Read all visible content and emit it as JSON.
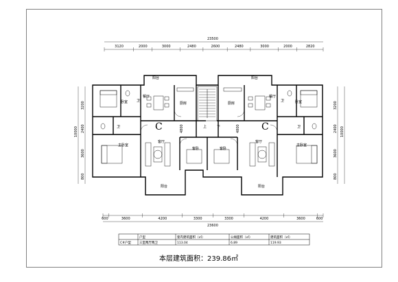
{
  "dimensions": {
    "top_total": "23500",
    "top_segments": [
      "3120",
      "2000",
      "3000",
      "2480",
      "2600",
      "2480",
      "3000",
      "2000",
      "2820"
    ],
    "bottom_segments": [
      "600",
      "3600",
      "4200",
      "3300",
      "3300",
      "4200",
      "3600",
      "600"
    ],
    "bottom_total": "23600",
    "left_outer": "10000",
    "left_segments": [
      "3200",
      "2400",
      "3600",
      "800"
    ],
    "right_outer": "10000",
    "right_segments": [
      "3200",
      "2400",
      "3600",
      "800"
    ],
    "center_small": [
      "4800",
      "4800"
    ]
  },
  "rooms": {
    "balcony_top_left": "阳台",
    "balcony_top_right": "阳台",
    "bedroom_left": "卧室",
    "bedroom_right": "卧室",
    "dining_left": "餐厅",
    "dining_right": "餐厅",
    "kitchen_left": "厨房",
    "kitchen_right": "厨房",
    "bath_left": "卫",
    "bath_right": "卫",
    "bath2_left": "卫",
    "bath2_right": "卫",
    "master_left": "主卧室",
    "master_right": "主卧室",
    "living_left": "客厅",
    "living_right": "客厅",
    "study_left": "客卧",
    "study_right": "客卧",
    "balcony_bottom_left": "阳台",
    "balcony_bottom_right": "阳台",
    "stair_up": "上",
    "stair_down": "下"
  },
  "unit_labels": [
    "C",
    "C"
  ],
  "area_table": {
    "headers": [
      "户型",
      "套内建筑面积（㎡）",
      "公摊面积（㎡）",
      "建筑面积（㎡）"
    ],
    "rows": [
      [
        "C#户型",
        "三室两厅两卫",
        "113.04",
        "6.89",
        "119.93"
      ]
    ]
  },
  "total_area_label": "本层建筑面积：239.86㎡"
}
